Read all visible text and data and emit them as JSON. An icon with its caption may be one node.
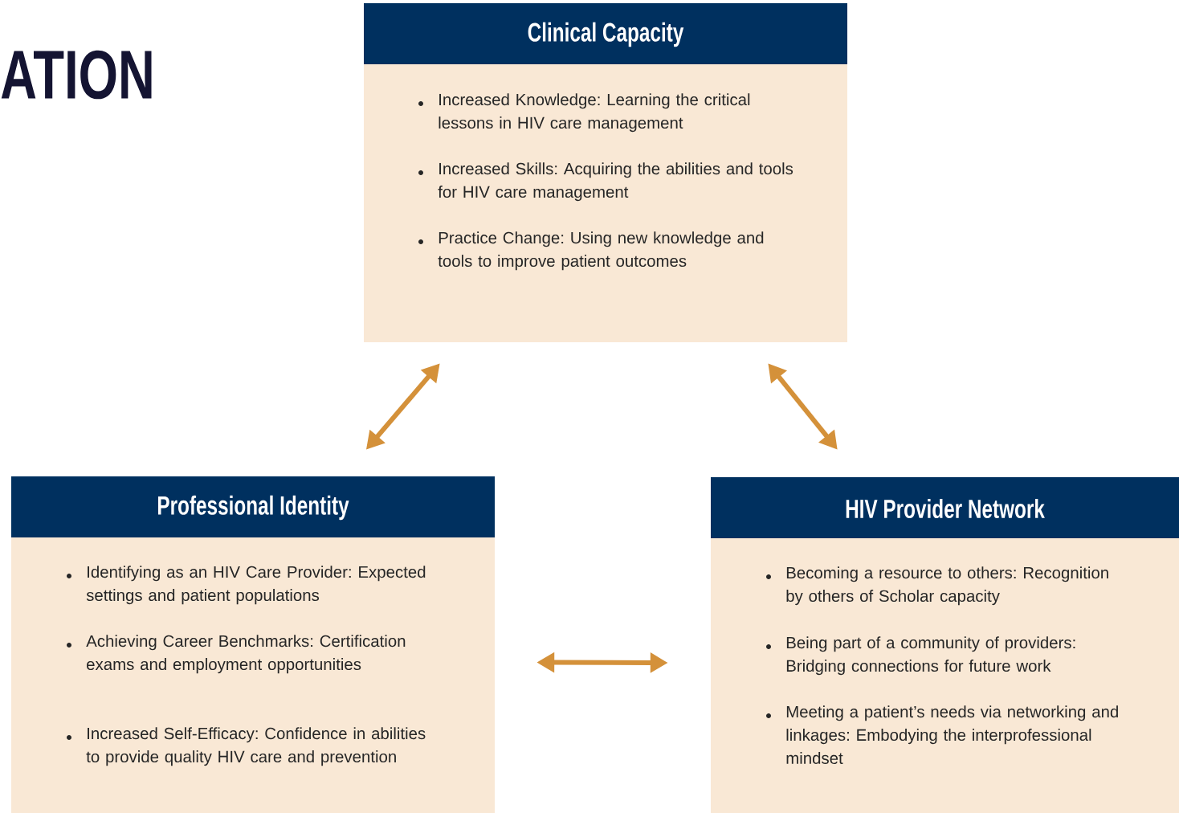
{
  "diagram": {
    "title": "ATION",
    "nodes": [
      {
        "text": [
          "Clinical Capacity",
          "Increased Knowledge: Learning the critical lessons in HIV care management",
          "Increased Skills: Acquiring the abilities and tools for HIV care management",
          "Practice Change: Using new knowledge and tools to improve patient outcomes"
        ]
      },
      {
        "text": [
          "Professional Identity",
          "Identifying as an HIV Care Provider: Expected settings and patient populations",
          "Achieving Career Benchmarks: Certification exams and employment opportunities",
          "Increased Self-Efficacy: Confidence in abilities to provide quality HIV care and prevention"
        ]
      },
      {
        "text": [
          "HIV Provider Network",
          "Becoming a resource to others: Recognition by others of Scholar capacity",
          "Being part of a community of providers: Bridging connections for future work",
          "Meeting a patient’s needs via networking and linkages: Embodying the interprofessional mindset"
        ]
      }
    ],
    "edges": [
      {
        "from": 0,
        "to": 1,
        "arrow": "both"
      },
      {
        "from": 0,
        "to": 2,
        "arrow": "both"
      },
      {
        "from": 1,
        "to": 2,
        "arrow": "both"
      }
    ]
  }
}
